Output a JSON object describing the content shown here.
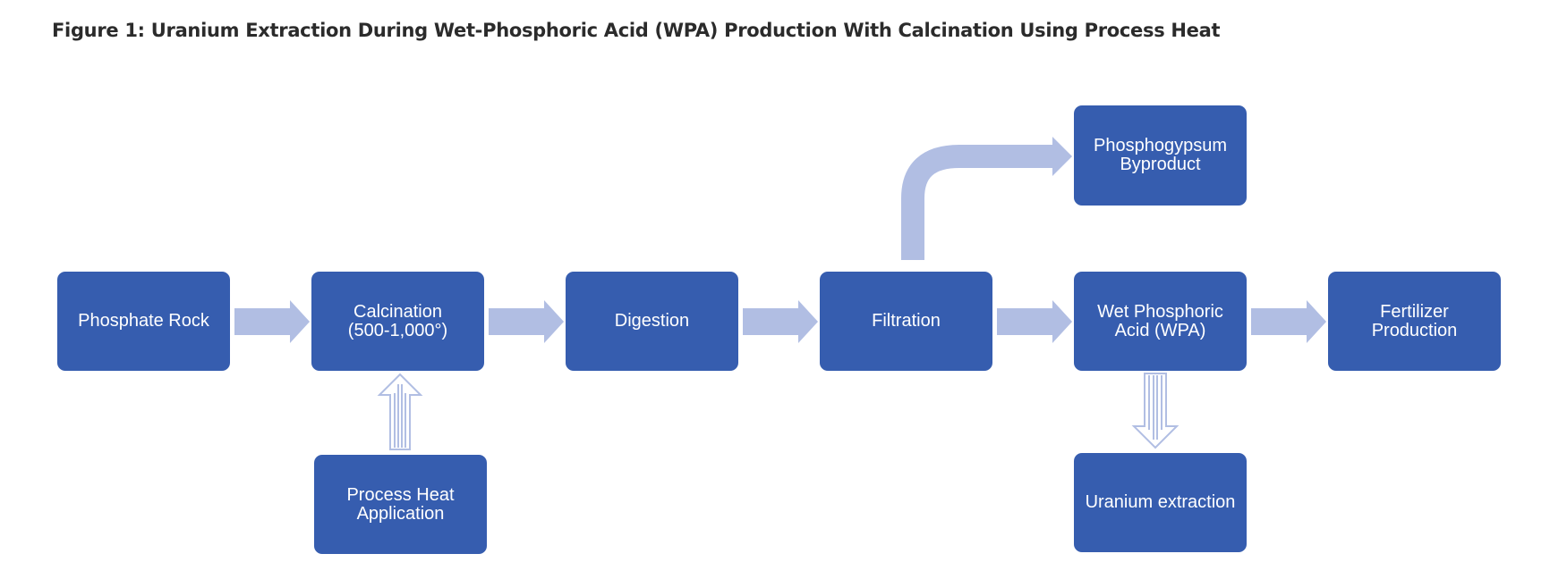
{
  "title": "Figure 1: Uranium Extraction During Wet-Phosphoric Acid (WPA) Production With Calcination Using Process Heat",
  "colors": {
    "box_fill": "#365daf",
    "box_text": "#ffffff",
    "arrow_fill": "#b1bee3",
    "title_text": "#2b2b2b"
  },
  "nodes": {
    "phosphate_rock": {
      "line1": "Phosphate Rock"
    },
    "calcination": {
      "line1": "Calcination",
      "line2": "(500-1,000°)"
    },
    "digestion": {
      "line1": "Digestion"
    },
    "filtration": {
      "line1": "Filtration"
    },
    "wpa": {
      "line1": "Wet Phosphoric",
      "line2": "Acid (WPA)"
    },
    "fertilizer": {
      "line1": "Fertilizer",
      "line2": "Production"
    },
    "phosphogypsum": {
      "line1": "Phosphogypsum",
      "line2": "Byproduct"
    },
    "process_heat": {
      "line1": "Process Heat",
      "line2": "Application"
    },
    "uranium": {
      "line1": "Uranium extraction"
    }
  },
  "edges": [
    {
      "from": "Phosphate Rock",
      "to": "Calcination",
      "style": "block-arrow"
    },
    {
      "from": "Calcination",
      "to": "Digestion",
      "style": "block-arrow"
    },
    {
      "from": "Digestion",
      "to": "Filtration",
      "style": "block-arrow"
    },
    {
      "from": "Filtration",
      "to": "Wet Phosphoric Acid (WPA)",
      "style": "block-arrow"
    },
    {
      "from": "Wet Phosphoric Acid (WPA)",
      "to": "Fertilizer Production",
      "style": "block-arrow"
    },
    {
      "from": "Filtration",
      "to": "Phosphogypsum Byproduct",
      "style": "bent-arrow"
    },
    {
      "from": "Process Heat Application",
      "to": "Calcination",
      "style": "striped-arrow"
    },
    {
      "from": "Wet Phosphoric Acid (WPA)",
      "to": "Uranium extraction",
      "style": "striped-arrow"
    }
  ]
}
